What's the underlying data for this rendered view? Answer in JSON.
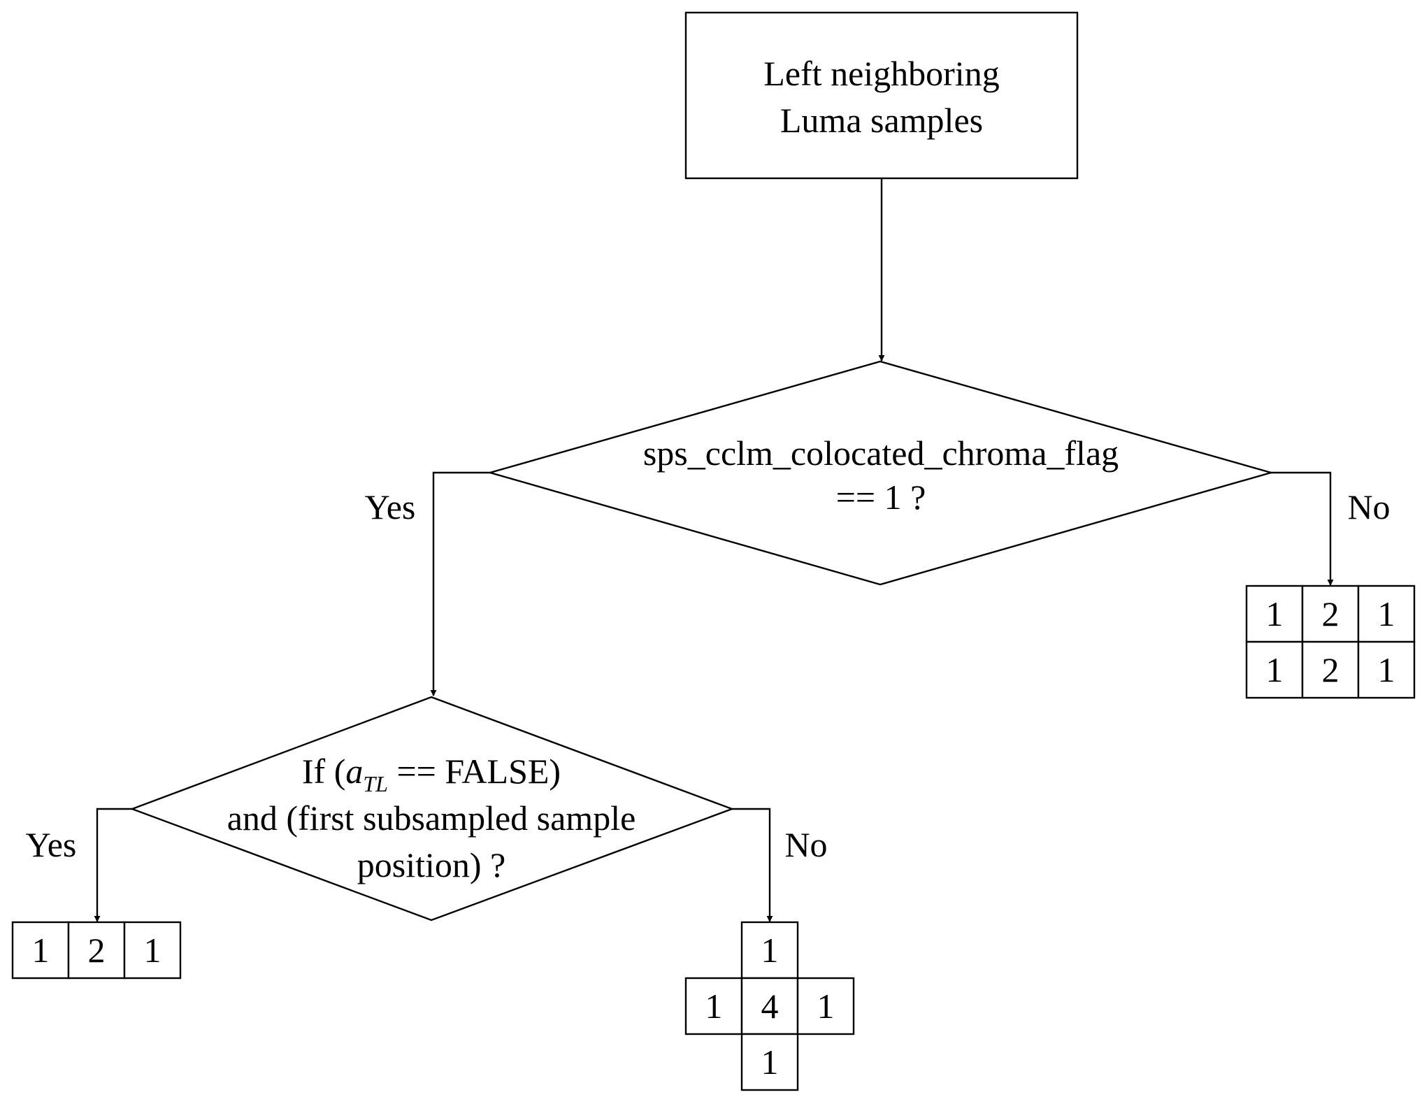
{
  "start_box": {
    "line1": "Left neighboring",
    "line2": "Luma samples"
  },
  "decision1": {
    "line1": "sps_cclm_colocated_chroma_flag",
    "line2": "== 1 ?",
    "yes_label": "Yes",
    "no_label": "No"
  },
  "decision2": {
    "line1_prefix": "If (",
    "line1_var": "a",
    "line1_sub": "TL",
    "line1_suffix": " == FALSE)",
    "line2": "and (first subsampled sample",
    "line3": "position) ?",
    "yes_label": "Yes",
    "no_label": "No"
  },
  "filter_6tap": {
    "row1": [
      "1",
      "2",
      "1"
    ],
    "row2": [
      "1",
      "2",
      "1"
    ]
  },
  "filter_3tap": {
    "row1": [
      "1",
      "2",
      "1"
    ]
  },
  "filter_5tap": {
    "top": "1",
    "middle": [
      "1",
      "4",
      "1"
    ],
    "bottom": "1"
  }
}
